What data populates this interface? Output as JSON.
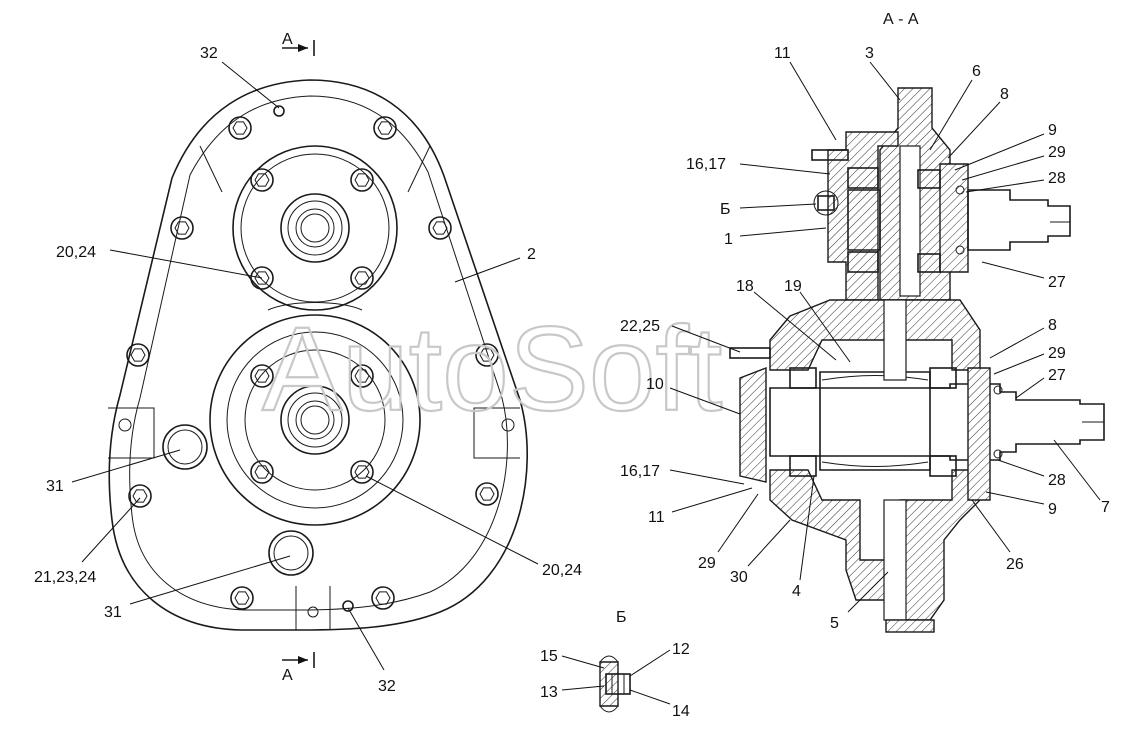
{
  "watermark": "AutoSoft",
  "views": {
    "section_title": "А - А",
    "detail_title": "Б",
    "cut_mark_top": "А",
    "cut_mark_bottom": "А"
  },
  "labels": {
    "front": [
      "32",
      "20,24",
      "2",
      "31",
      "21,23,24",
      "31",
      "20,24",
      "32"
    ],
    "section": [
      "11",
      "3",
      "6",
      "8",
      "9",
      "29",
      "16,17",
      "28",
      "Б",
      "1",
      "27",
      "18",
      "19",
      "22,25",
      "8",
      "29",
      "10",
      "27",
      "16,17",
      "28",
      "11",
      "7",
      "9",
      "29",
      "30",
      "4",
      "26",
      "5"
    ],
    "detail": [
      "15",
      "12",
      "13",
      "14"
    ]
  }
}
